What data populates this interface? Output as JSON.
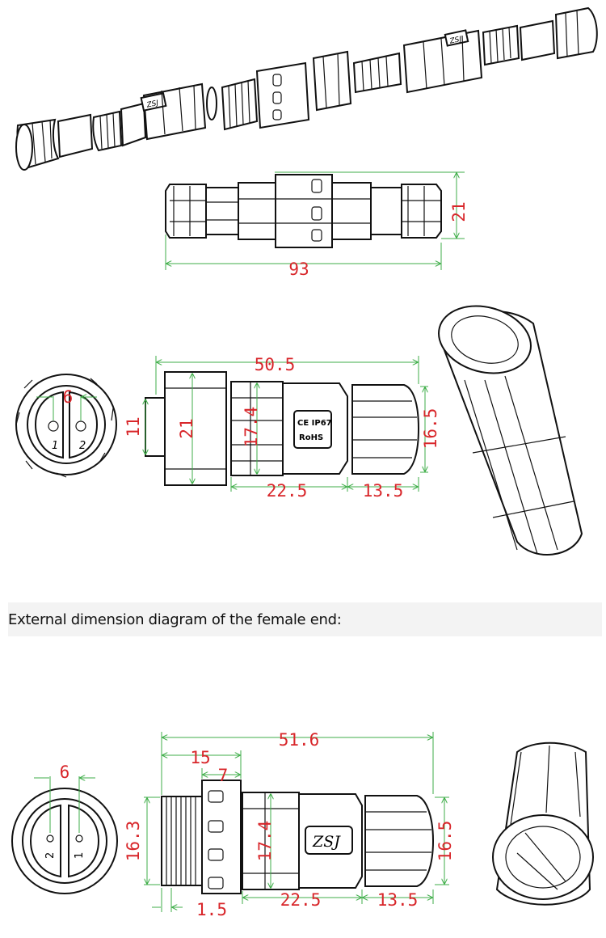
{
  "heading": "External dimension diagram of the female end:",
  "assembly_dims": {
    "height": "21",
    "length": "93"
  },
  "male": {
    "pin1": "1",
    "pin2": "2",
    "pin_spacing": "6",
    "front_dia": "11",
    "nut_dia": "21",
    "total_length": "50.5",
    "body_dia": "17.4",
    "body_length": "22.5",
    "cap_length": "13.5",
    "cap_dia": "16.5",
    "label_ce": "CE IP67",
    "label_rohs": "RoHS"
  },
  "female": {
    "pin1": "2",
    "pin2": "1",
    "pin_spacing": "6",
    "total_length": "51.6",
    "thread_length": "15",
    "ring_length": "7",
    "thread_dia": "16.3",
    "body_dia": "17.4",
    "cap_dia": "16.5",
    "body_length": "22.5",
    "cap_length": "13.5",
    "gap": "1.5",
    "logo": "ZSJ"
  },
  "exploded": {
    "logo_left": "ZSJ",
    "logo_right": "ZSJ"
  }
}
